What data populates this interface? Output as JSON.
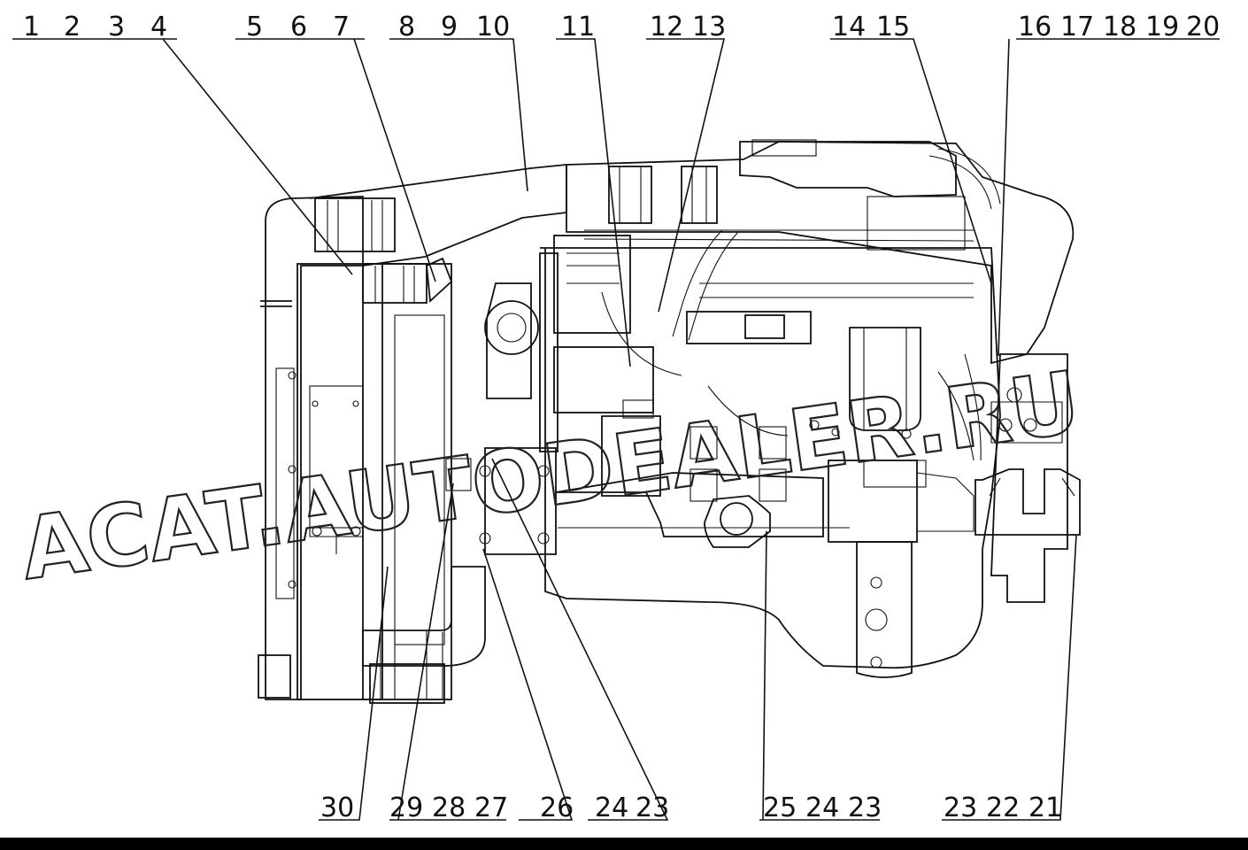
{
  "watermark": "ACAT.AUTODEALER.RU",
  "callouts_top": [
    {
      "id": "g1",
      "labels": [
        "1",
        "2",
        "3",
        "4"
      ]
    },
    {
      "id": "g2",
      "labels": [
        "5",
        "6",
        "7"
      ]
    },
    {
      "id": "g3",
      "labels": [
        "8",
        "9",
        "10"
      ]
    },
    {
      "id": "g4",
      "labels": [
        "11"
      ]
    },
    {
      "id": "g5",
      "labels": [
        "12",
        "13"
      ]
    },
    {
      "id": "g6",
      "labels": [
        "14",
        "15"
      ]
    },
    {
      "id": "g7",
      "labels": [
        "16",
        "17",
        "18",
        "19",
        "20"
      ]
    }
  ],
  "callouts_bottom": [
    {
      "id": "b1",
      "labels": [
        "30"
      ]
    },
    {
      "id": "b2",
      "labels": [
        "29",
        "28",
        "27"
      ]
    },
    {
      "id": "b3",
      "labels": [
        "26"
      ]
    },
    {
      "id": "b4",
      "labels": [
        "24",
        "23"
      ]
    },
    {
      "id": "b5",
      "labels": [
        "25",
        "24",
        "23"
      ]
    },
    {
      "id": "b6",
      "labels": [
        "23",
        "22",
        "21"
      ]
    }
  ],
  "colors": {
    "ink": "#111111",
    "paper": "#ffffff",
    "bar": "#000000"
  }
}
